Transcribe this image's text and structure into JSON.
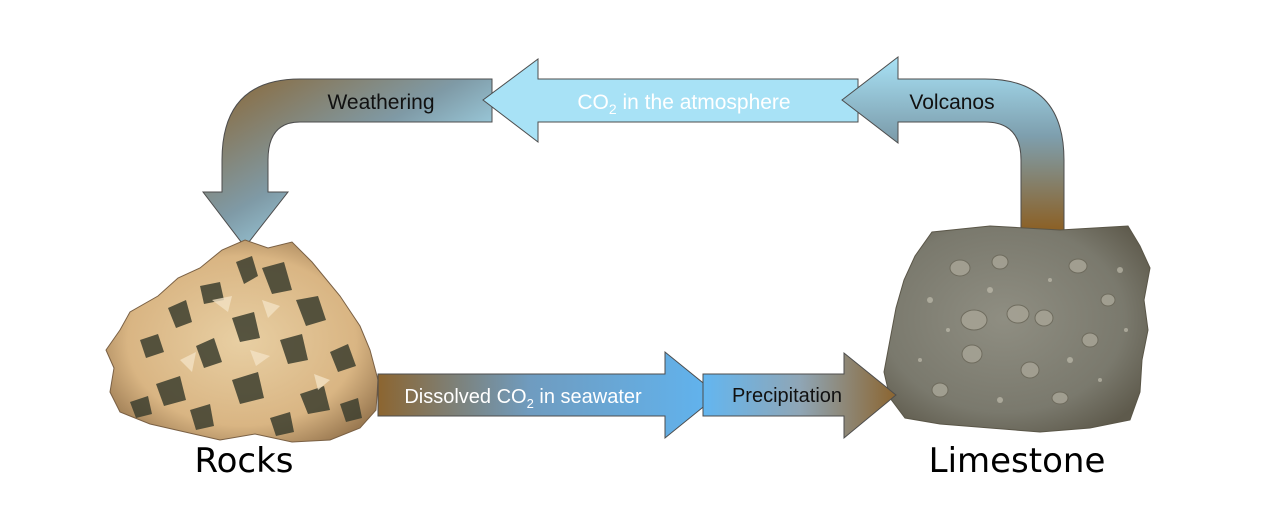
{
  "nodes": {
    "rocks": {
      "label": "Rocks"
    },
    "limestone": {
      "label": "Limestone"
    }
  },
  "arrows": {
    "weathering": {
      "label": "Weathering"
    },
    "atmosphere": {
      "prefix": "CO",
      "subscript": "2",
      "suffix": " in the atmosphere"
    },
    "volcanos": {
      "label": "Volcanos"
    },
    "dissolved": {
      "prefix": "Dissolved CO",
      "subscript": "2",
      "suffix": " in seawater"
    },
    "precipitation": {
      "label": "Precipitation"
    }
  },
  "colors": {
    "sky_blue": "#a8e2f6",
    "mid_blue": "#63b4ef",
    "brown": "#8c6530",
    "arrow_outline": "#4d4d4d"
  }
}
